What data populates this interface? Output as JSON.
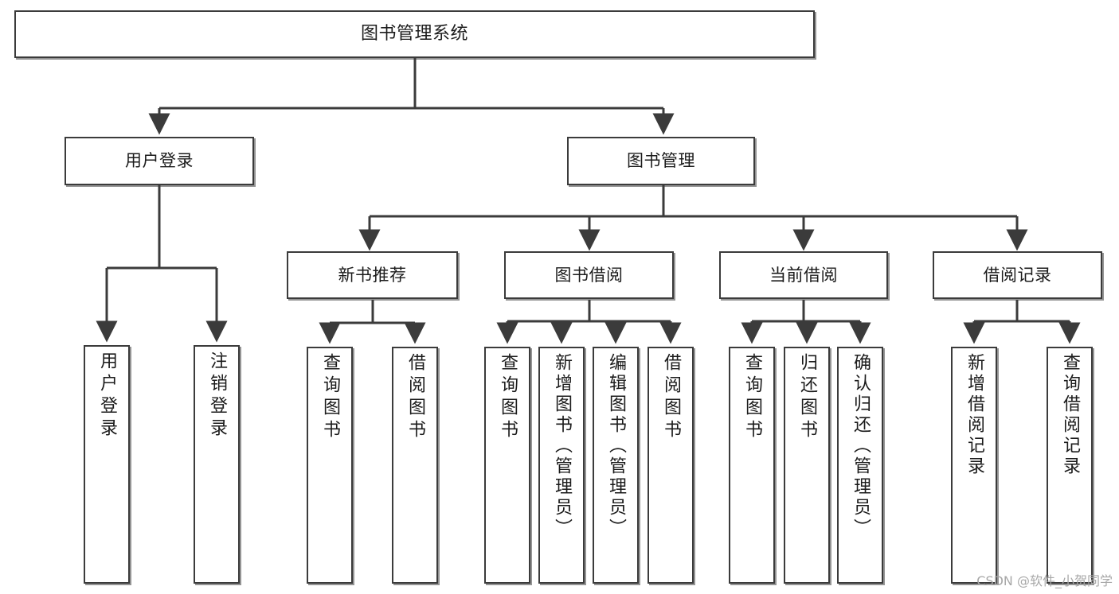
{
  "diagram": {
    "title": "图书管理系统",
    "type": "tree-hierarchy",
    "style": {
      "background": "#ffffff",
      "box_stroke": "#3b3b3b",
      "box_fill": "#ffffff",
      "connector_stroke": "#3b3b3b",
      "text_color": "#1b1b1b"
    },
    "watermark": "CSDN @软件_小贺同学",
    "nodes": {
      "root": {
        "label": "图书管理系统"
      },
      "level1": [
        {
          "id": "user-login",
          "label": "用户登录"
        },
        {
          "id": "book-manage",
          "label": "图书管理"
        }
      ],
      "level2": [
        {
          "id": "new-book-recommend",
          "label": "新书推荐"
        },
        {
          "id": "book-borrow",
          "label": "图书借阅"
        },
        {
          "id": "current-borrow",
          "label": "当前借阅"
        },
        {
          "id": "borrow-record",
          "label": "借阅记录"
        }
      ],
      "leaves": {
        "user_login": [
          {
            "id": "leaf-user-login",
            "label": "用户登录"
          },
          {
            "id": "leaf-logout-login",
            "label": "注销登录"
          }
        ],
        "new_book_recommend": [
          {
            "id": "leaf-query-book-1",
            "label": "查询图书"
          },
          {
            "id": "leaf-borrow-book-1",
            "label": "借阅图书"
          }
        ],
        "book_borrow": [
          {
            "id": "leaf-query-book-2",
            "label": "查询图书"
          },
          {
            "id": "leaf-add-book",
            "label": "新增图书（管理员）"
          },
          {
            "id": "leaf-edit-book",
            "label": "编辑图书（管理员）"
          },
          {
            "id": "leaf-borrow-book-2",
            "label": "借阅图书"
          }
        ],
        "current_borrow": [
          {
            "id": "leaf-query-book-3",
            "label": "查询图书"
          },
          {
            "id": "leaf-return-book",
            "label": "归还图书"
          },
          {
            "id": "leaf-confirm-return",
            "label": "确认归还（管理员）"
          }
        ],
        "borrow_record": [
          {
            "id": "leaf-add-record",
            "label": "新增借阅记录"
          },
          {
            "id": "leaf-query-record",
            "label": "查询借阅记录"
          }
        ]
      }
    }
  }
}
